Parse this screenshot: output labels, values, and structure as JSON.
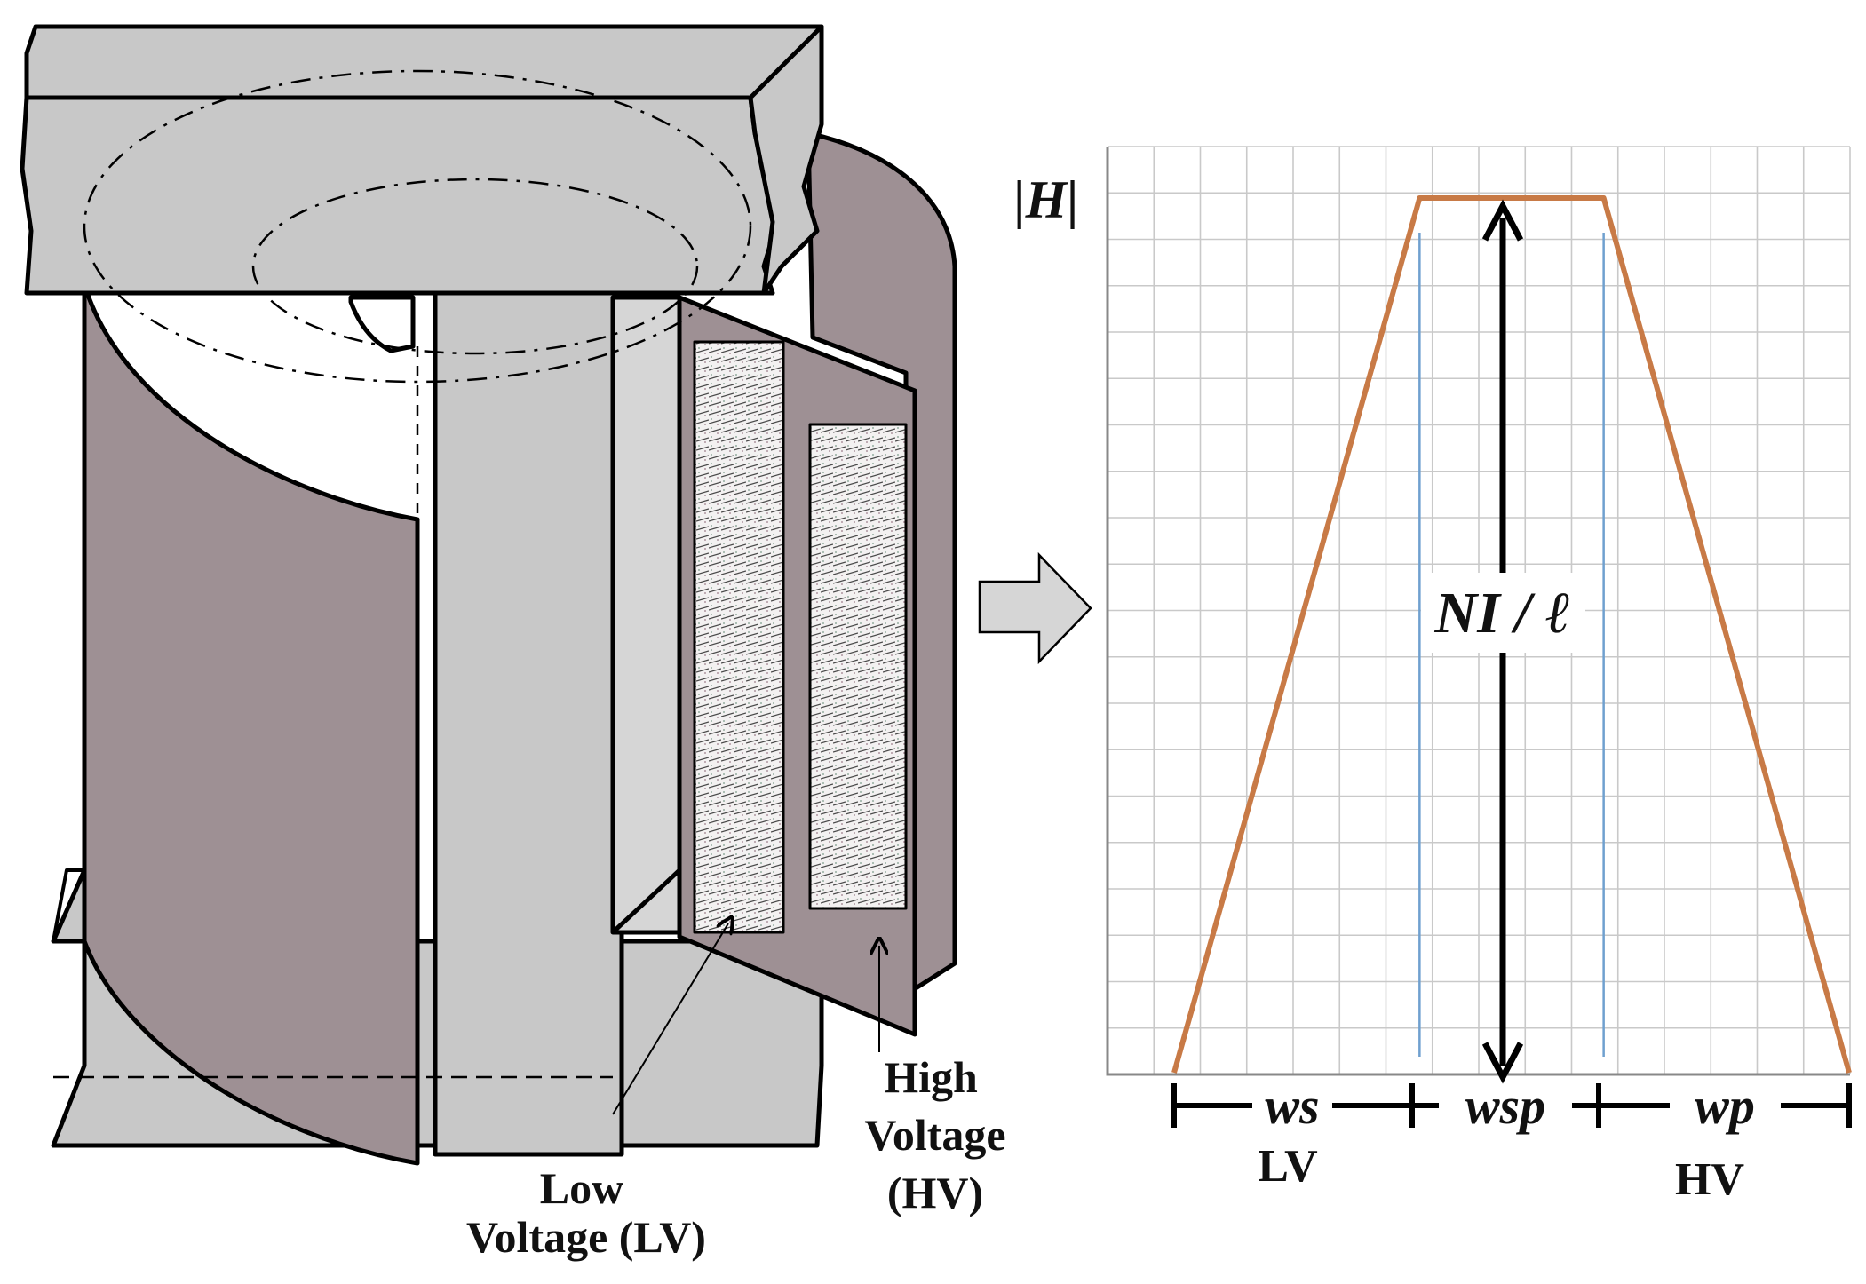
{
  "labels": {
    "h_axis": "|H|",
    "ni_over_l": "NI / ℓ",
    "ws": "ws",
    "wsp": "wsp",
    "wp": "wp",
    "lv_short": "LV",
    "hv_short": "HV",
    "low_voltage_line1": "Low",
    "low_voltage_line2": "Voltage (LV)",
    "high_voltage_line1": "High",
    "high_voltage_line2": "Voltage",
    "high_voltage_line3": "(HV)"
  },
  "profile": {
    "x_positions": [
      0,
      4,
      7,
      11
    ],
    "h_values": [
      0,
      1,
      1,
      0
    ]
  },
  "colors": {
    "core": "#c8c8c8",
    "winding": "#9e9094",
    "field_line": "#c87a46",
    "grid": "#c9c9c9",
    "guide": "#6fa0cf",
    "outline": "#000000"
  },
  "icons": [
    "arrow-right-icon",
    "double-arrow-icon"
  ]
}
